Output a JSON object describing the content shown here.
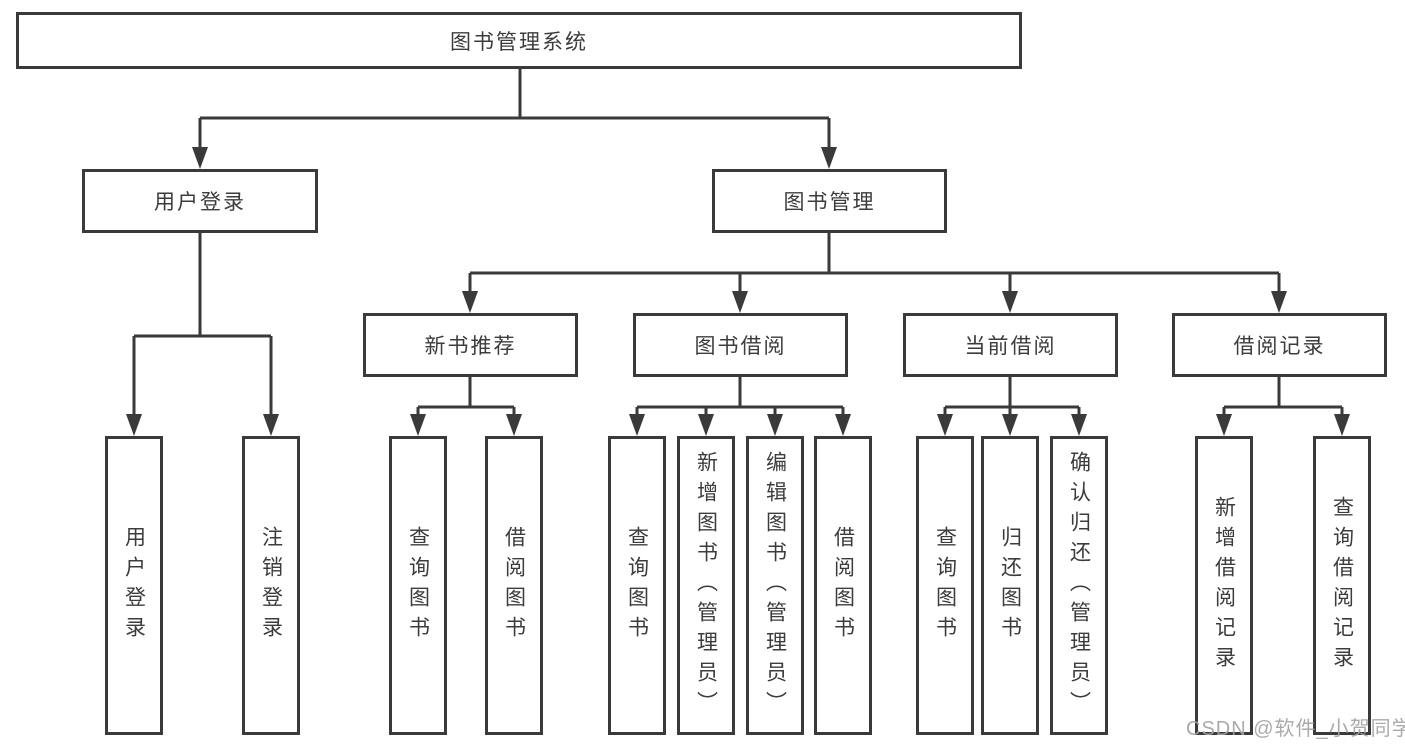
{
  "diagram": {
    "root": {
      "label": "图书管理系统"
    },
    "level2": [
      {
        "label": "用户登录"
      },
      {
        "label": "图书管理"
      }
    ],
    "level3": [
      {
        "label": "新书推荐"
      },
      {
        "label": "图书借阅"
      },
      {
        "label": "当前借阅"
      },
      {
        "label": "借阅记录"
      }
    ],
    "groups": [
      {
        "parent": "用户登录",
        "children": [
          "用户登录",
          "注销登录"
        ]
      },
      {
        "parent": "新书推荐",
        "children": [
          "查询图书",
          "借阅图书"
        ]
      },
      {
        "parent": "图书借阅",
        "children": [
          "查询图书",
          "新增图书（管理员）",
          "编辑图书（管理员）",
          "借阅图书"
        ]
      },
      {
        "parent": "当前借阅",
        "children": [
          "查询图书",
          "归还图书",
          "确认归还（管理员）"
        ]
      },
      {
        "parent": "借阅记录",
        "children": [
          "新增借阅记录",
          "查询借阅记录"
        ]
      }
    ]
  },
  "watermark": "CSDN @软件_小贺同学",
  "colors": {
    "line": "#3a3a3a",
    "text": "#3c3c3c",
    "background": "#ffffff",
    "watermark": "#a3a3a3"
  }
}
